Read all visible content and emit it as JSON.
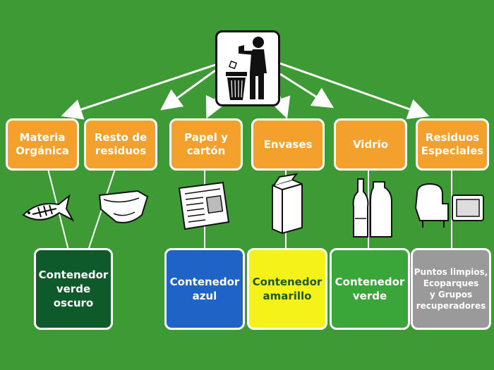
{
  "categories": [
    {
      "label": "Materia\nOrgánica"
    },
    {
      "label": "Resto de\nresiduos"
    },
    {
      "label": "Papel y\ncartón"
    },
    {
      "label": "Envases"
    },
    {
      "label": "Vidrio"
    },
    {
      "label": "Residuos\nEspeciales"
    }
  ],
  "containers": [
    {
      "label": "Contenedor\nverde\noscuro",
      "color": "#0f5a2a",
      "text_color": "#ffffff"
    },
    {
      "label": "Contenedor\nazul",
      "color": "#1f63c7",
      "text_color": "#ffffff"
    },
    {
      "label": "Contenedor\namarillo",
      "color": "#f5f21a",
      "text_color": "#1f5a1a"
    },
    {
      "label": "Contenedor\nverde",
      "color": "#3aa63a",
      "text_color": "#ffffff"
    },
    {
      "label": "Puntos limpios,\nEcoparques\ny Grupos\nrecuperadores",
      "color": "#9a9a9a",
      "text_color": "#ffffff"
    }
  ],
  "colors": {
    "background": "#3d9a35",
    "category": "#f3a02c",
    "connector": "#ffffff"
  },
  "icons": [
    "trash-bin-person-icon",
    "fish-bone-icon",
    "diaper-icon",
    "newspaper-icon",
    "carton-icon",
    "bottles-icon",
    "armchair-tv-icon"
  ]
}
